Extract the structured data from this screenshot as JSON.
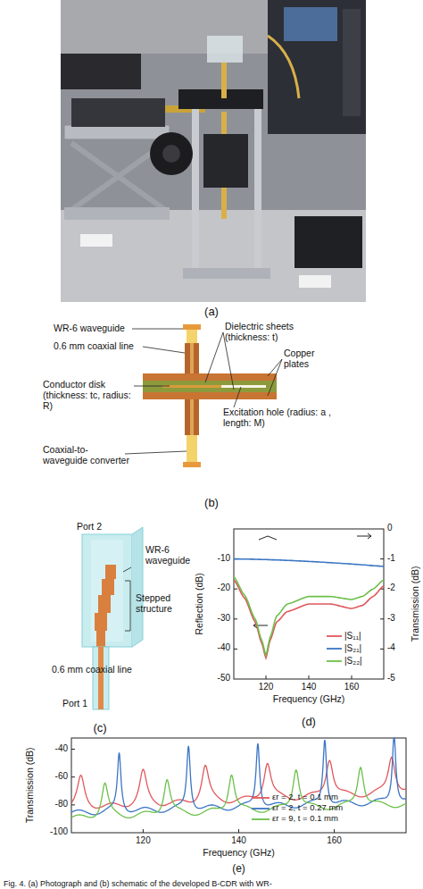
{
  "diagram": {
    "caption": "Fig. 4. (a) Photograph and (b) schematic of the developed B-CDR with WR-",
    "labels": [
      "(a)",
      "WR-6 waveguide",
      "0.6 mm coaxial line",
      "Conductor disk (thickness: tc, radius: R)",
      "Coaxial-to-waveguide converter",
      "Dielectric sheets (thickness: t)",
      "Copper plates",
      "Excitation hole (radius: a , length: M)",
      "(b)",
      "Port 2",
      "WR-6 waveguide",
      "Stepped structure",
      "0.6 mm coaxial line",
      "Port 1",
      "(c)",
      "Reflection (dB)",
      "Transmission (dB)",
      "-10",
      "-20",
      "-30",
      "-40",
      "-50",
      "0",
      "-1",
      "-2",
      "-3",
      "-4",
      "-5",
      "120",
      "140",
      "160",
      "Frequency (GHz)",
      "(d)",
      "Transmission (dB)",
      "-40",
      "-60",
      "-80",
      "-100",
      "120",
      "140",
      "160",
      "Frequency (GHz)",
      "(e)"
    ],
    "legend": [
      {
        "text": "|S₁₁|"
      },
      {
        "text": "|S₂₁|"
      },
      {
        "text": "|S₂₂|"
      },
      {
        "text": "εr = 2, t = 0.1 mm"
      },
      {
        "text": "εr = 2, t = 0.27 mm"
      },
      {
        "text": "εr = 9, t = 0.1 mm"
      }
    ]
  }
}
